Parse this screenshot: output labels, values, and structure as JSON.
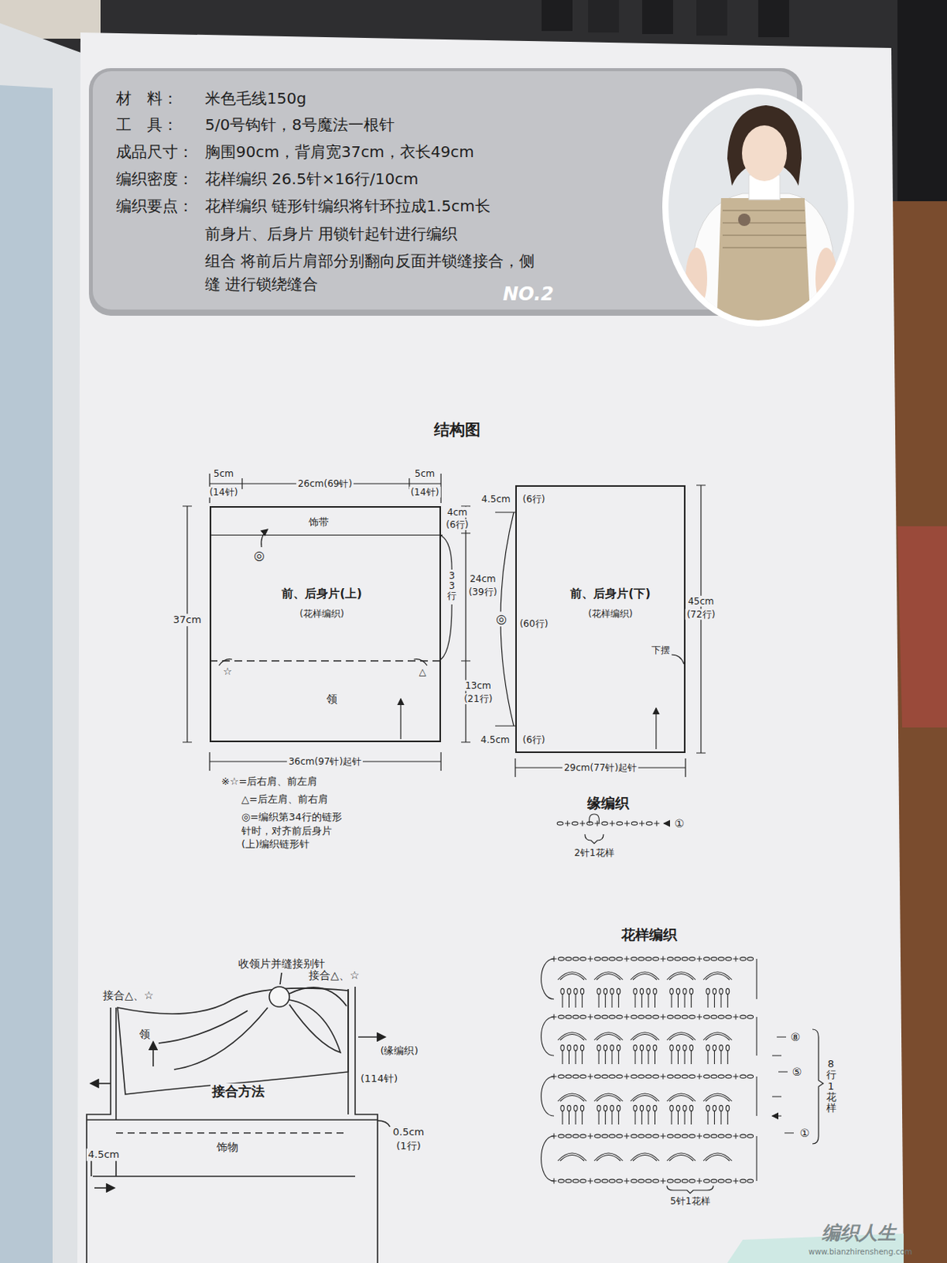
{
  "diagram": {
    "title": "结构图",
    "nodes": [
      {
        "text": [
          "材　料：",
          "米色毛线150g",
          "工　具：",
          "5/0号钩针，8号魔法一根针",
          "成品尺寸：",
          "胸围90cm，背肩宽37cm，衣长49cm",
          "编织密度：",
          "花样编织 26.5针×16行/10cm",
          "编织要点：",
          "花样编织 链形针编织将针环拉成1.5cm长",
          "前身片、后身片 用锁针起针进行编织",
          "组合 将前后片肩部分别翻向反面并锁缝接合，侧缝 进行锁绕缝合",
          "NO.2"
        ]
      },
      {
        "text": [
          "前、后身片(上)",
          "(花样编织)",
          "领"
        ]
      },
      {
        "text": [
          "饰带"
        ],
        "in": 1
      },
      {
        "text": [
          "前、后身片(下)",
          "(花样编织)",
          "下摆"
        ]
      }
    ],
    "edges": [],
    "labels": [
      "5cm",
      "(14针)",
      "26cm(69针)",
      "5cm",
      "(14针)",
      "4cm",
      "(6行)",
      "37cm",
      "◎",
      "33行",
      "24cm",
      "(39行)",
      "☆",
      "△",
      "13cm",
      "(21行)",
      "36cm(97针)起针",
      "※☆=后右肩、前左肩",
      "△=后左肩、前右肩",
      "◎=编织第34行的链形针时，对齐前后身片(上)编织链形针",
      "4.5cm",
      "(6行)",
      "◎",
      "(60行)",
      "45cm",
      "(72行)",
      "4.5cm",
      "(6行)",
      "29cm(77针)起针",
      "缘编织",
      "①",
      "2针1花样",
      "收领片并缝接别针",
      "接合△、☆",
      "接合△、☆",
      "领",
      "接合方法",
      "(缘编织)",
      "(114针)",
      "0.5cm",
      "(1行)",
      "饰物",
      "4.5cm",
      "花样编织",
      "⑧",
      "⑤",
      "①",
      "8行1花样",
      "5针1花样",
      "编织人生",
      "www.bianzhirensheng.com"
    ]
  }
}
